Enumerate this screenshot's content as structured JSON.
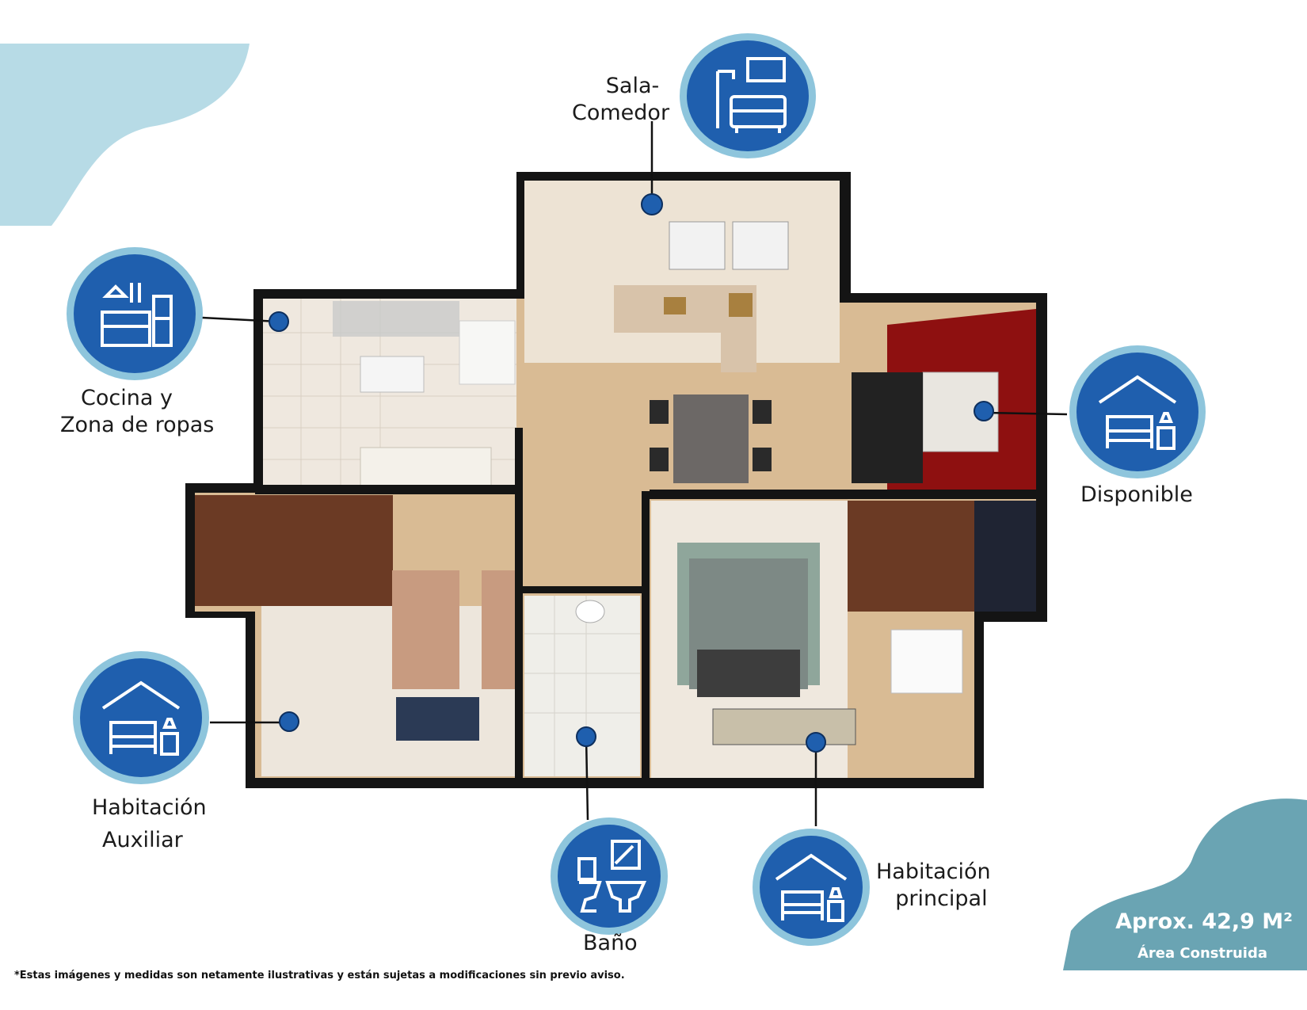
{
  "colors": {
    "icon_fill": "#1f5fae",
    "icon_ring": "#8ec5dc",
    "pin": "#1f5fae",
    "wall": "#141414",
    "floor": "#d9bb94",
    "accent_red": "#8e1010",
    "teal_shape": "#6aa4b3",
    "light_shape": "#b7dbe6"
  },
  "rooms": [
    {
      "id": "sala",
      "lines": [
        "Sala-",
        "Comedor"
      ],
      "icon": "living-room-icon"
    },
    {
      "id": "cocina",
      "lines": [
        "Cocina y",
        "Zona de ropas"
      ],
      "icon": "kitchen-icon"
    },
    {
      "id": "disponible",
      "lines": [
        "Disponible"
      ],
      "icon": "bedroom-icon"
    },
    {
      "id": "auxiliar",
      "lines": [
        "Habitación",
        "Auxiliar"
      ],
      "icon": "bedroom-icon"
    },
    {
      "id": "bano",
      "lines": [
        "Baño"
      ],
      "icon": "bathroom-icon"
    },
    {
      "id": "principal",
      "lines": [
        "Habitación",
        "principal"
      ],
      "icon": "bedroom-icon"
    }
  ],
  "area": {
    "value": "Aprox. 42,9 M²",
    "label": "Área Construida"
  },
  "disclaimer": "*Estas imágenes y medidas son netamente ilustrativas y están sujetas a modificaciones sin previo aviso."
}
